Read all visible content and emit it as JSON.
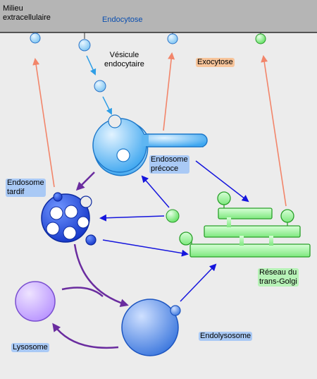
{
  "labels": {
    "extracellular": "Milieu\nextracellulaire",
    "endocytose": "Endocytose",
    "vesicule": "Vésicule\nendocytaire",
    "exocytose": "Exocytose",
    "endosome_precoce": "Endosome\nprécoce",
    "endosome_tardif": "Endosome\ntardif",
    "golgi": "Réseau du\ntrans-Golgi",
    "lysosome": "Lysosome",
    "endolysosome": "Endolysosome"
  },
  "colors": {
    "background": "#ececec",
    "extracellular_band": "#b5b5b5",
    "membrane": "#555555",
    "endocytose_text": "#0b4fb0",
    "endocytic_pathway": "#2f9ee6",
    "endosome_precoce": "#3fa7f0",
    "endosome_tardif": "#2146d8",
    "golgi": "#7fef7f",
    "lysosome": "#c9a8ff",
    "endolysosome": "#4a86e8",
    "exocytosis_arrow": "#f2856a",
    "transport_arrow": "#1515dd",
    "degradation_arrow": "#6a2c9f",
    "label_blue_bg": "#a9c9f5",
    "label_green_bg": "#b7f2b7",
    "label_orange_bg": "#f7c49a"
  }
}
